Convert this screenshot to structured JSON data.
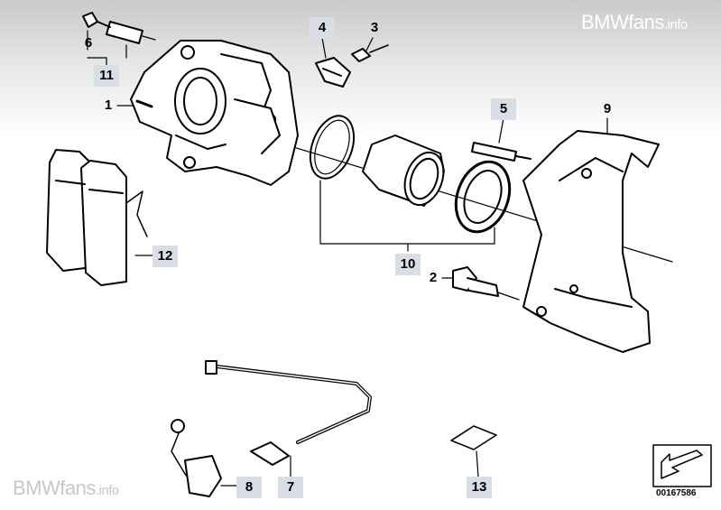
{
  "watermark": {
    "brand": "BMWfans",
    "suffix": ".info"
  },
  "diagram_id": "00167586",
  "callouts": {
    "c1": "1",
    "c2": "2",
    "c3": "3",
    "c4": "4",
    "c5": "5",
    "c6": "6",
    "c7": "7",
    "c8": "8",
    "c9": "9",
    "c10": "10",
    "c11": "11",
    "c12": "12",
    "c13": "13"
  }
}
